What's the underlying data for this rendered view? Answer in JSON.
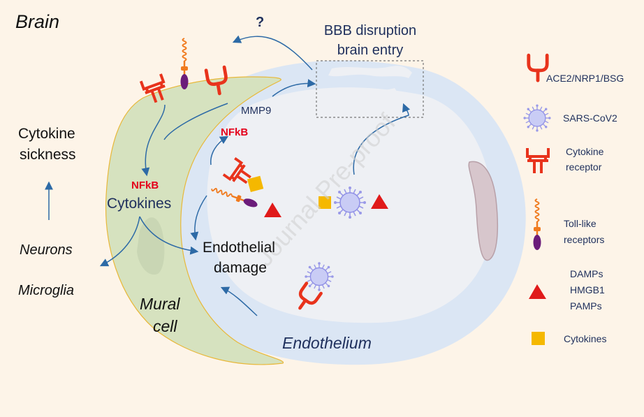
{
  "title": "Brain",
  "top_labels": {
    "question": "?",
    "bbb_line1": "BBB disruption",
    "bbb_line2": "brain entry"
  },
  "center_labels": {
    "mmp9": "MMP9",
    "nfkb_upper": "NFkB",
    "nfkb_lower": "NFkB",
    "cytokines": "Cytokines",
    "endothelial_line1": "Endothelial",
    "endothelial_line2": "damage",
    "endothelium": "Endothelium",
    "mural_line1": "Mural",
    "mural_line2": "cell"
  },
  "left_labels": {
    "sickness_line1": "Cytokine",
    "sickness_line2": "sickness",
    "neurons": "Neurons",
    "microglia": "Microglia"
  },
  "watermark": "Journal Pre-proof",
  "legend": {
    "receptor": "ACE2/NRP1/BSG",
    "virus": "SARS-CoV2",
    "cytokine_receptor_line1": "Cytokine",
    "cytokine_receptor_line2": "receptor",
    "tlr_line1": "Toll-like",
    "tlr_line2": "receptors",
    "damps_line1": "DAMPs",
    "damps_line2": "HMGB1",
    "damps_line3": "PAMPs",
    "cytokines": "Cytokines"
  },
  "colors": {
    "background": "#fdf4e8",
    "endothelium": "#dbe6f4",
    "lumen": "#eef0f4",
    "mural": "#d6e2bf",
    "receptor": "#e8331c",
    "virus": "#8f8fe6",
    "tlr_body": "#6b1c7a",
    "damps": "#e01a1a",
    "cytokine": "#f5b800",
    "arrow": "#2d6aa6",
    "text_blue": "#1e2f5c",
    "nfkb": "#e4001b"
  }
}
